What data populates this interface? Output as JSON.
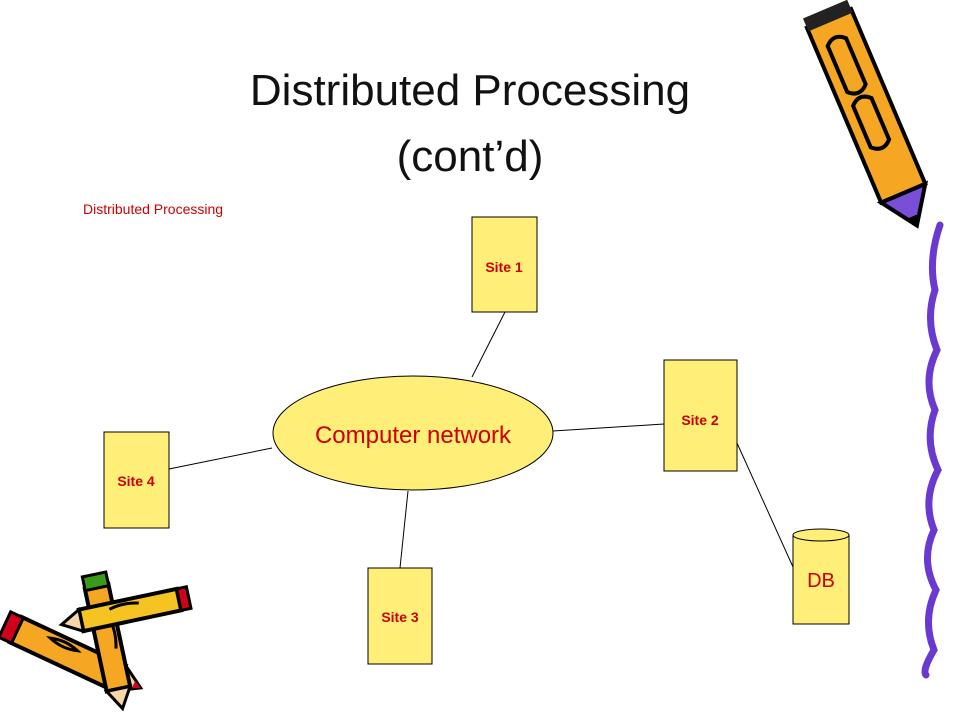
{
  "slide": {
    "title_line1": "Distributed Processing",
    "title_line2": "(cont’d)",
    "subtitle": "Distributed Processing"
  },
  "diagram": {
    "network_label": "Computer network",
    "sites": [
      {
        "label": "Site 1"
      },
      {
        "label": "Site 2"
      },
      {
        "label": "Site 3"
      },
      {
        "label": "Site 4"
      }
    ],
    "db_label": "DB"
  },
  "colors": {
    "box_fill": "#ffee77",
    "text_red": "#cc0000",
    "line": "#000000",
    "squiggle": "#6a3ad0"
  },
  "icons": {
    "pencil_top_right": "pencil-icon",
    "pencils_bottom_left": "pencils-icon",
    "squiggle_right": "squiggle-decoration"
  }
}
